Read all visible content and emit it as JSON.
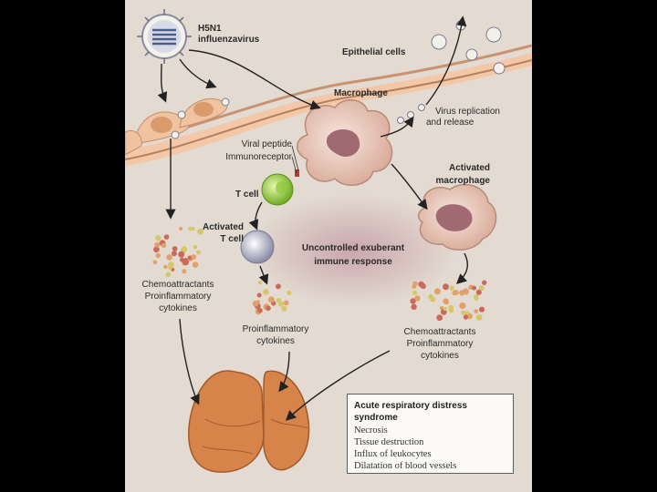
{
  "labels": {
    "virus_name": "H5N1",
    "virus_name_2": "influenzavirus",
    "epithelial": "Epithelial cells",
    "macrophage": "Macrophage",
    "virus_release": "Virus replication",
    "virus_release_2": "and release",
    "viral_peptide": "Viral peptide",
    "immunoreceptor": "Immunoreceptor",
    "t_cell": "T cell",
    "activated_macrophage": "Activated",
    "activated_macrophage_2": "macrophage",
    "activated_t_cell": "Activated",
    "activated_t_cell_2": "T cell",
    "immune_response": "Uncontrolled exuberant",
    "immune_response_2": "immune response",
    "left_cyto_1": "Chemoattractants",
    "left_cyto_2": "Proinflammatory",
    "left_cyto_3": "cytokines",
    "mid_cyto_1": "Proinflammatory",
    "mid_cyto_2": "cytokines",
    "right_cyto_1": "Chemoattractants",
    "right_cyto_2": "Proinflammatory",
    "right_cyto_3": "cytokines"
  },
  "ards": {
    "title": "Acute respiratory distress syndrome",
    "items": [
      "Necrosis",
      "Tissue destruction",
      "Influx of leukocytes",
      "Dilatation of blood vessels"
    ]
  },
  "colors": {
    "background": "#000000",
    "panel": "#e3dbd1",
    "epithelium": "#e8b896",
    "macrophage": "#e4c7ba",
    "t_cell": "#8fc83a",
    "activated_t_cell": "#b8b8c8",
    "lung": "#d6844a",
    "cytokine_orange": "#e2a06a",
    "cytokine_yellow": "#d6c66a",
    "cytokine_red": "#c96a5a"
  }
}
